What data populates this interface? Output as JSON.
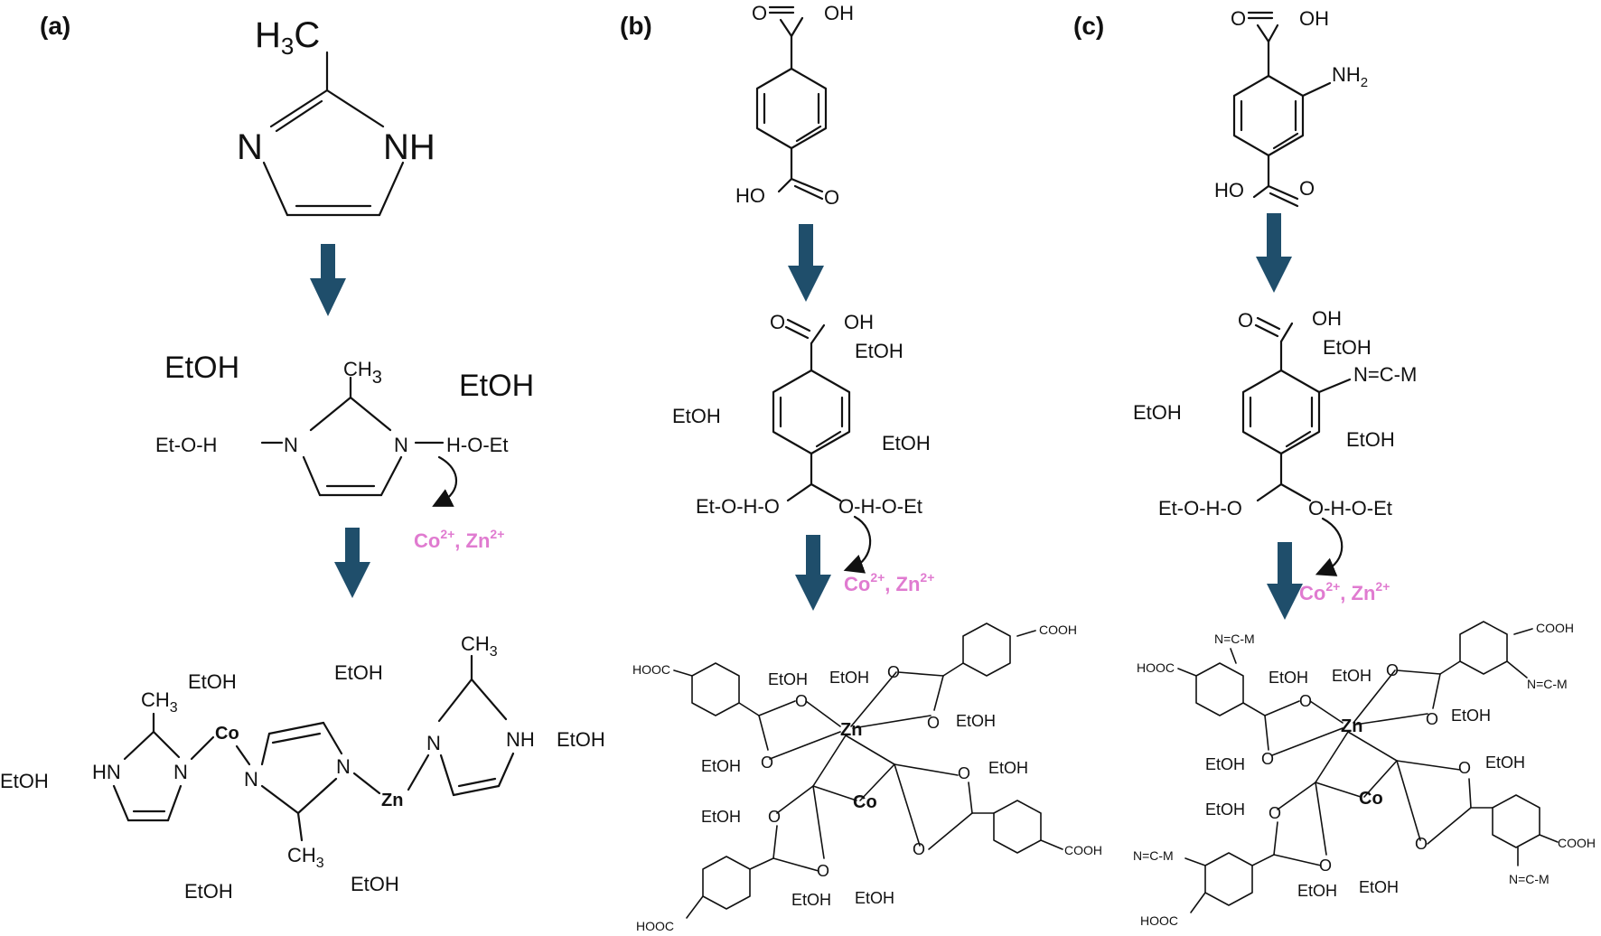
{
  "panels": [
    {
      "label": "(a)"
    },
    {
      "label": "(b)"
    },
    {
      "label": "(c)"
    }
  ],
  "labels": {
    "etoh": "EtOH",
    "ch3": "CH",
    "ch3_sub": "3",
    "h3c_h": "H",
    "h3c_sub": "3",
    "h3c_c": "C",
    "n": "N",
    "nh": "NH",
    "hn": "HN",
    "et_o_h": "Et-O-H",
    "h_o_et": "H-O-Et",
    "et_o_h_o": "Et-O-H-O",
    "o_h_o_et": "O-H-O-Et",
    "oh": "OH",
    "ho": "HO",
    "o": "O",
    "nh2": "NH",
    "nh2_sub": "2",
    "n_c_m": "N=C-M",
    "cooh": "COOH",
    "hooc": "HOOC",
    "co": "Co",
    "zn": "Zn"
  },
  "ions": {
    "co": "Co",
    "co_charge": "2+",
    "sep": ", ",
    "zn": "Zn",
    "zn_charge": "2+"
  },
  "colors": {
    "arrow": "#1f4e6b",
    "ion": "#e07bd0",
    "ink": "#111111"
  }
}
